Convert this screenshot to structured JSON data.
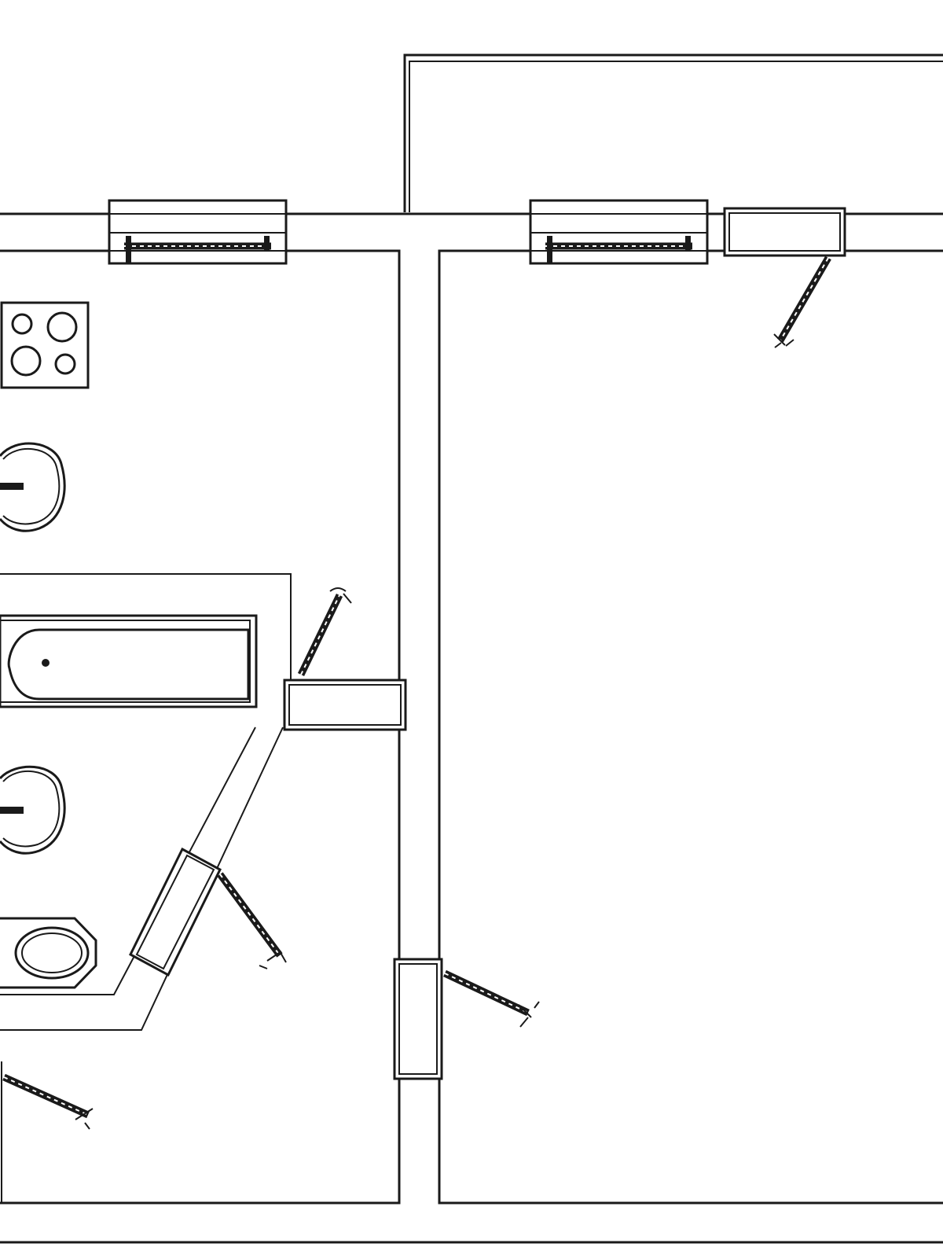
{
  "colors": {
    "ink": "#1a1a1a",
    "background": "#ffffff"
  },
  "rooms": [
    {
      "id": "bathroom-kitchen-area",
      "label": ""
    },
    {
      "id": "main-room",
      "label": ""
    },
    {
      "id": "balcony",
      "label": ""
    },
    {
      "id": "hallway",
      "label": ""
    }
  ],
  "fixtures": [
    {
      "type": "cooktop-4-burner",
      "icon": "stove-icon"
    },
    {
      "type": "sink",
      "icon": "sink-icon"
    },
    {
      "type": "bathtub",
      "icon": "bathtub-icon"
    },
    {
      "type": "sink",
      "icon": "sink-icon"
    },
    {
      "type": "toilet",
      "icon": "toilet-icon"
    }
  ],
  "windows": [
    {
      "name": "window-left",
      "icon": "window-icon"
    },
    {
      "name": "window-right",
      "icon": "window-icon"
    }
  ],
  "doors": [
    {
      "name": "balcony-door",
      "icon": "door-icon"
    },
    {
      "name": "bathroom-door",
      "icon": "door-icon"
    },
    {
      "name": "diagonal-door",
      "icon": "door-icon"
    },
    {
      "name": "room-door",
      "icon": "door-icon"
    },
    {
      "name": "hall-door",
      "icon": "door-icon"
    }
  ]
}
